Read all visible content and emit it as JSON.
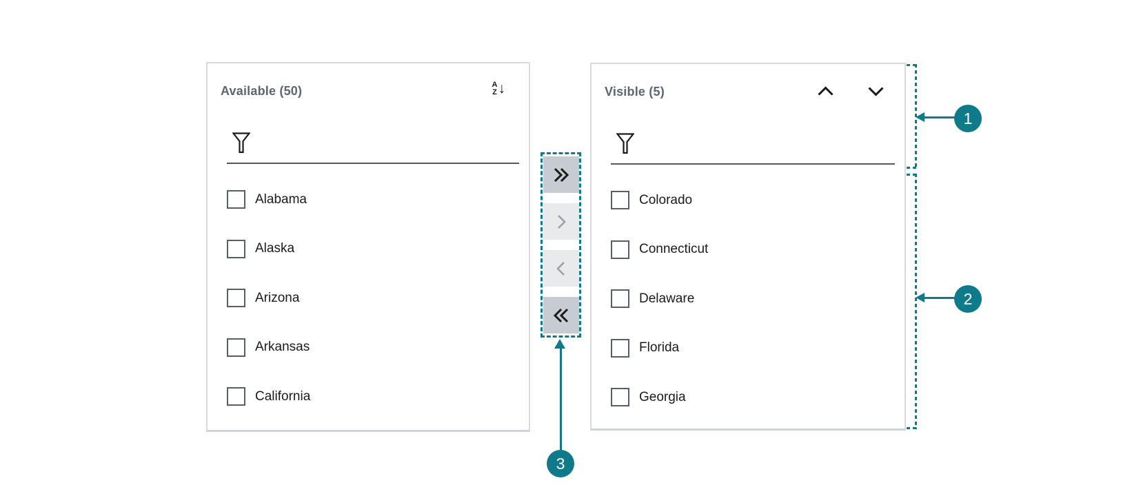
{
  "colors": {
    "accent_teal": "#0e7a8a",
    "panel_border": "#d8dbdd",
    "title_text": "#5b6670",
    "item_text": "#1b1b1e",
    "filter_underline": "#53585d",
    "checkbox_border": "#555f68",
    "button_enabled_bg": "#c6ccd2",
    "button_disabled_bg": "#e8eaec",
    "icon_dark": "#1a1a1a",
    "icon_disabled": "#9aa1a8"
  },
  "available_panel": {
    "title": "Available (50)",
    "sort_icon": "sort-a-to-z-descending-icon",
    "sort_letter_top": "A",
    "sort_letter_bottom": "Z",
    "sort_arrow_glyph": "↓",
    "filter_icon": "funnel-filter-icon",
    "filter_value": "",
    "items": [
      {
        "label": "Alabama",
        "checked": false
      },
      {
        "label": "Alaska",
        "checked": false
      },
      {
        "label": "Arizona",
        "checked": false
      },
      {
        "label": "Arkansas",
        "checked": false
      },
      {
        "label": "California",
        "checked": false
      }
    ]
  },
  "visible_panel": {
    "title": "Visible (5)",
    "move_up_icon": "chevron-up-icon",
    "move_down_icon": "chevron-down-icon",
    "filter_icon": "funnel-filter-icon",
    "filter_value": "",
    "items": [
      {
        "label": "Colorado",
        "checked": false
      },
      {
        "label": "Connecticut",
        "checked": false
      },
      {
        "label": "Delaware",
        "checked": false
      },
      {
        "label": "Florida",
        "checked": false
      },
      {
        "label": "Georgia",
        "checked": false
      }
    ]
  },
  "transfer_buttons": [
    {
      "icon": "double-chevron-right-icon",
      "action": "move-all-right",
      "enabled": true
    },
    {
      "icon": "chevron-right-icon",
      "action": "move-right",
      "enabled": false
    },
    {
      "icon": "chevron-left-icon",
      "action": "move-left",
      "enabled": false
    },
    {
      "icon": "double-chevron-left-icon",
      "action": "move-all-left",
      "enabled": true
    }
  ],
  "callouts": [
    {
      "number": "1",
      "points_to": "panel header region"
    },
    {
      "number": "2",
      "points_to": "panel list region"
    },
    {
      "number": "3",
      "points_to": "transfer buttons"
    }
  ]
}
